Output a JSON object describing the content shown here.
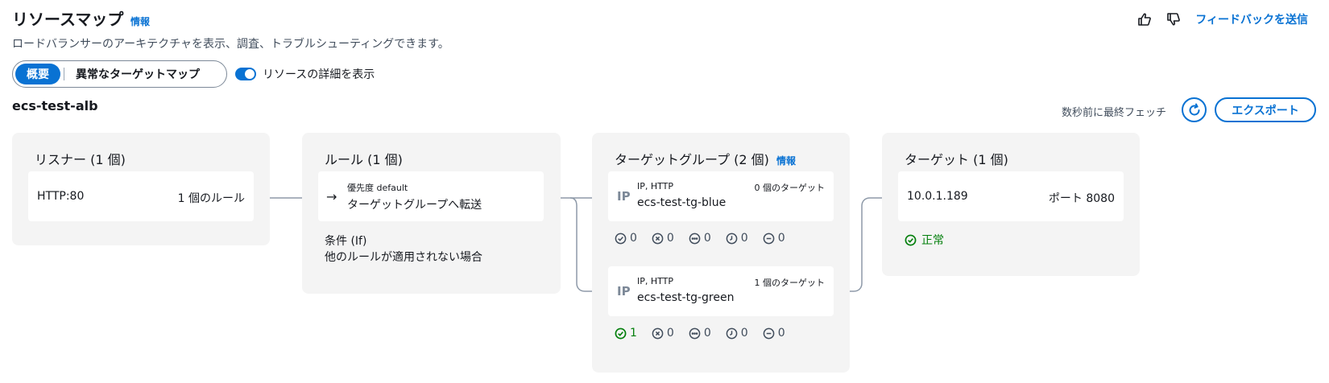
{
  "header": {
    "title": "リソースマップ",
    "info": "情報",
    "subtitle": "ロードバランサーのアーキテクチャを表示、調査、トラブルシューティングできます。",
    "feedback": "フィードバックを送信"
  },
  "view_toggle": {
    "options": [
      "概要",
      "異常なターゲットマップ"
    ],
    "selected": "概要"
  },
  "details_toggle": {
    "label": "リソースの詳細を表示",
    "enabled": true
  },
  "lb": {
    "name": "ecs-test-alb",
    "fetch_status": "数秒前に最終フェッチ",
    "export_label": "エクスポート"
  },
  "listeners": {
    "title": "リスナー (1 個)",
    "items": [
      {
        "name": "HTTP:80",
        "rules": "1 個のルール"
      }
    ]
  },
  "rules": {
    "title": "ルール (1 個)",
    "items": [
      {
        "priority": "優先度 default",
        "action": "ターゲットグループへ転送"
      }
    ],
    "condition_label": "条件 (If)",
    "condition_text": "他のルールが適用されない場合"
  },
  "target_groups": {
    "title": "ターゲットグループ (2 個)",
    "info": "情報",
    "items": [
      {
        "type": "IP, HTTP",
        "name": "ecs-test-tg-blue",
        "targets": "0 個のターゲット",
        "counts": {
          "healthy": "0",
          "unhealthy": "0",
          "other": "0",
          "pending": "0",
          "unused": "0"
        }
      },
      {
        "type": "IP, HTTP",
        "name": "ecs-test-tg-green",
        "targets": "1 個のターゲット",
        "counts": {
          "healthy": "1",
          "unhealthy": "0",
          "other": "0",
          "pending": "0",
          "unused": "0"
        }
      }
    ],
    "ip_icon": "IP"
  },
  "targets": {
    "title": "ターゲット (1 個)",
    "items": [
      {
        "ip": "10.0.1.189",
        "port": "ポート 8080",
        "status": "正常"
      }
    ]
  },
  "colors": {
    "accent": "#0972d3",
    "healthy": "#037f0c",
    "panel_bg": "#f4f4f4",
    "connector": "#8d99a8"
  }
}
